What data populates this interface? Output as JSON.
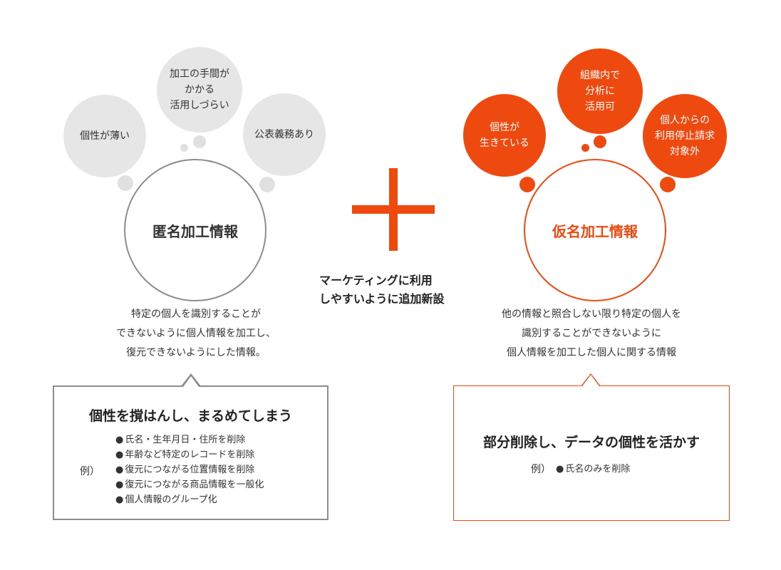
{
  "left": {
    "title": "匿名加工情報",
    "bubbles": [
      {
        "text": "個性が薄い"
      },
      {
        "text": "加工の手間が\nかかる\n活用しづらい"
      },
      {
        "text": "公表義務あり"
      }
    ],
    "description": "特定の個人を識別することが\nできないように個人情報を加工し、\n復元できないようにした情報。",
    "box": {
      "title": "個性を撹はんし、まるめてしまう",
      "example_label": "例）",
      "examples": [
        "氏名・生年月日・住所を削除",
        "年齢など特定のレコードを削除",
        "復元につながる位置情報を削除",
        "復元につながる商品情報を一般化",
        "個人情報のグループ化"
      ]
    }
  },
  "center": {
    "caption": "マーケティングに利用\nしやすいように追加新設"
  },
  "right": {
    "title": "仮名加工情報",
    "bubbles": [
      {
        "text": "個性が\n生きている"
      },
      {
        "text": "組織内で\n分析に\n活用可"
      },
      {
        "text": "個人からの\n利用停止請求\n対象外"
      }
    ],
    "description": "他の情報と照合しない限り特定の個人を\n識別することができないように\n個人情報を加工した個人に関する情報",
    "box": {
      "title": "部分削除し、データの個性を活かす",
      "example_label": "例）",
      "examples": [
        "氏名のみを削除"
      ]
    }
  },
  "colors": {
    "accent": "#ee4a0f",
    "gray_bubble": "#e6e6e6",
    "gray_border": "#8c8c8c"
  }
}
